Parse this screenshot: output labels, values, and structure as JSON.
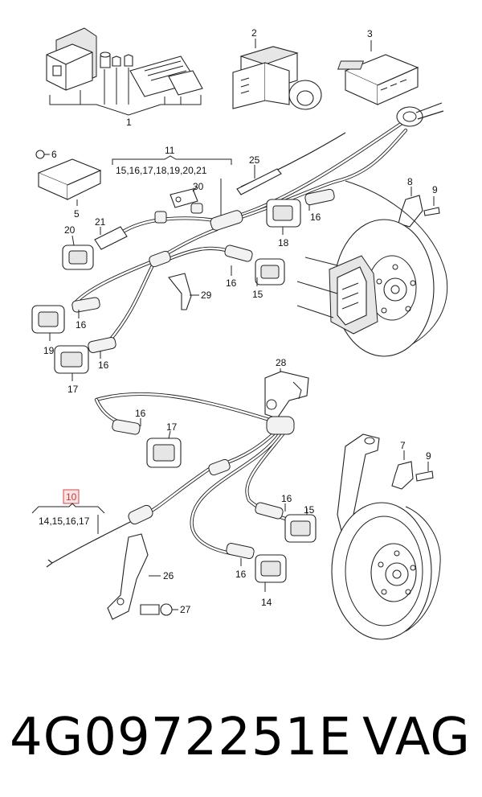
{
  "callouts": {
    "c1": "1",
    "c2": "2",
    "c3": "3",
    "c6": "6",
    "c5": "5",
    "c11": "11",
    "c11_list": "15,16,17,18,19,20,21",
    "c25": "25",
    "c30": "30",
    "c21": "21",
    "c20": "20",
    "c8": "8",
    "c9a": "9",
    "c16a": "16",
    "c18": "18",
    "c29": "29",
    "c16b": "16",
    "c15a": "15",
    "c19": "19",
    "c16c": "16",
    "c17a": "17",
    "c16d": "16",
    "c28": "28",
    "c16e": "16",
    "c17b": "17",
    "c7": "7",
    "c9b": "9",
    "c10": "10",
    "c10_list": "14,15,16,17",
    "c16f": "16",
    "c15b": "15",
    "c26": "26",
    "c16g": "16",
    "c14": "14",
    "c27": "27"
  },
  "footer": {
    "part_code": "4G0972251E",
    "brand": "VAG"
  },
  "colors": {
    "highlight_fill": "#fbe3e3",
    "highlight_border": "#d24a4a"
  }
}
